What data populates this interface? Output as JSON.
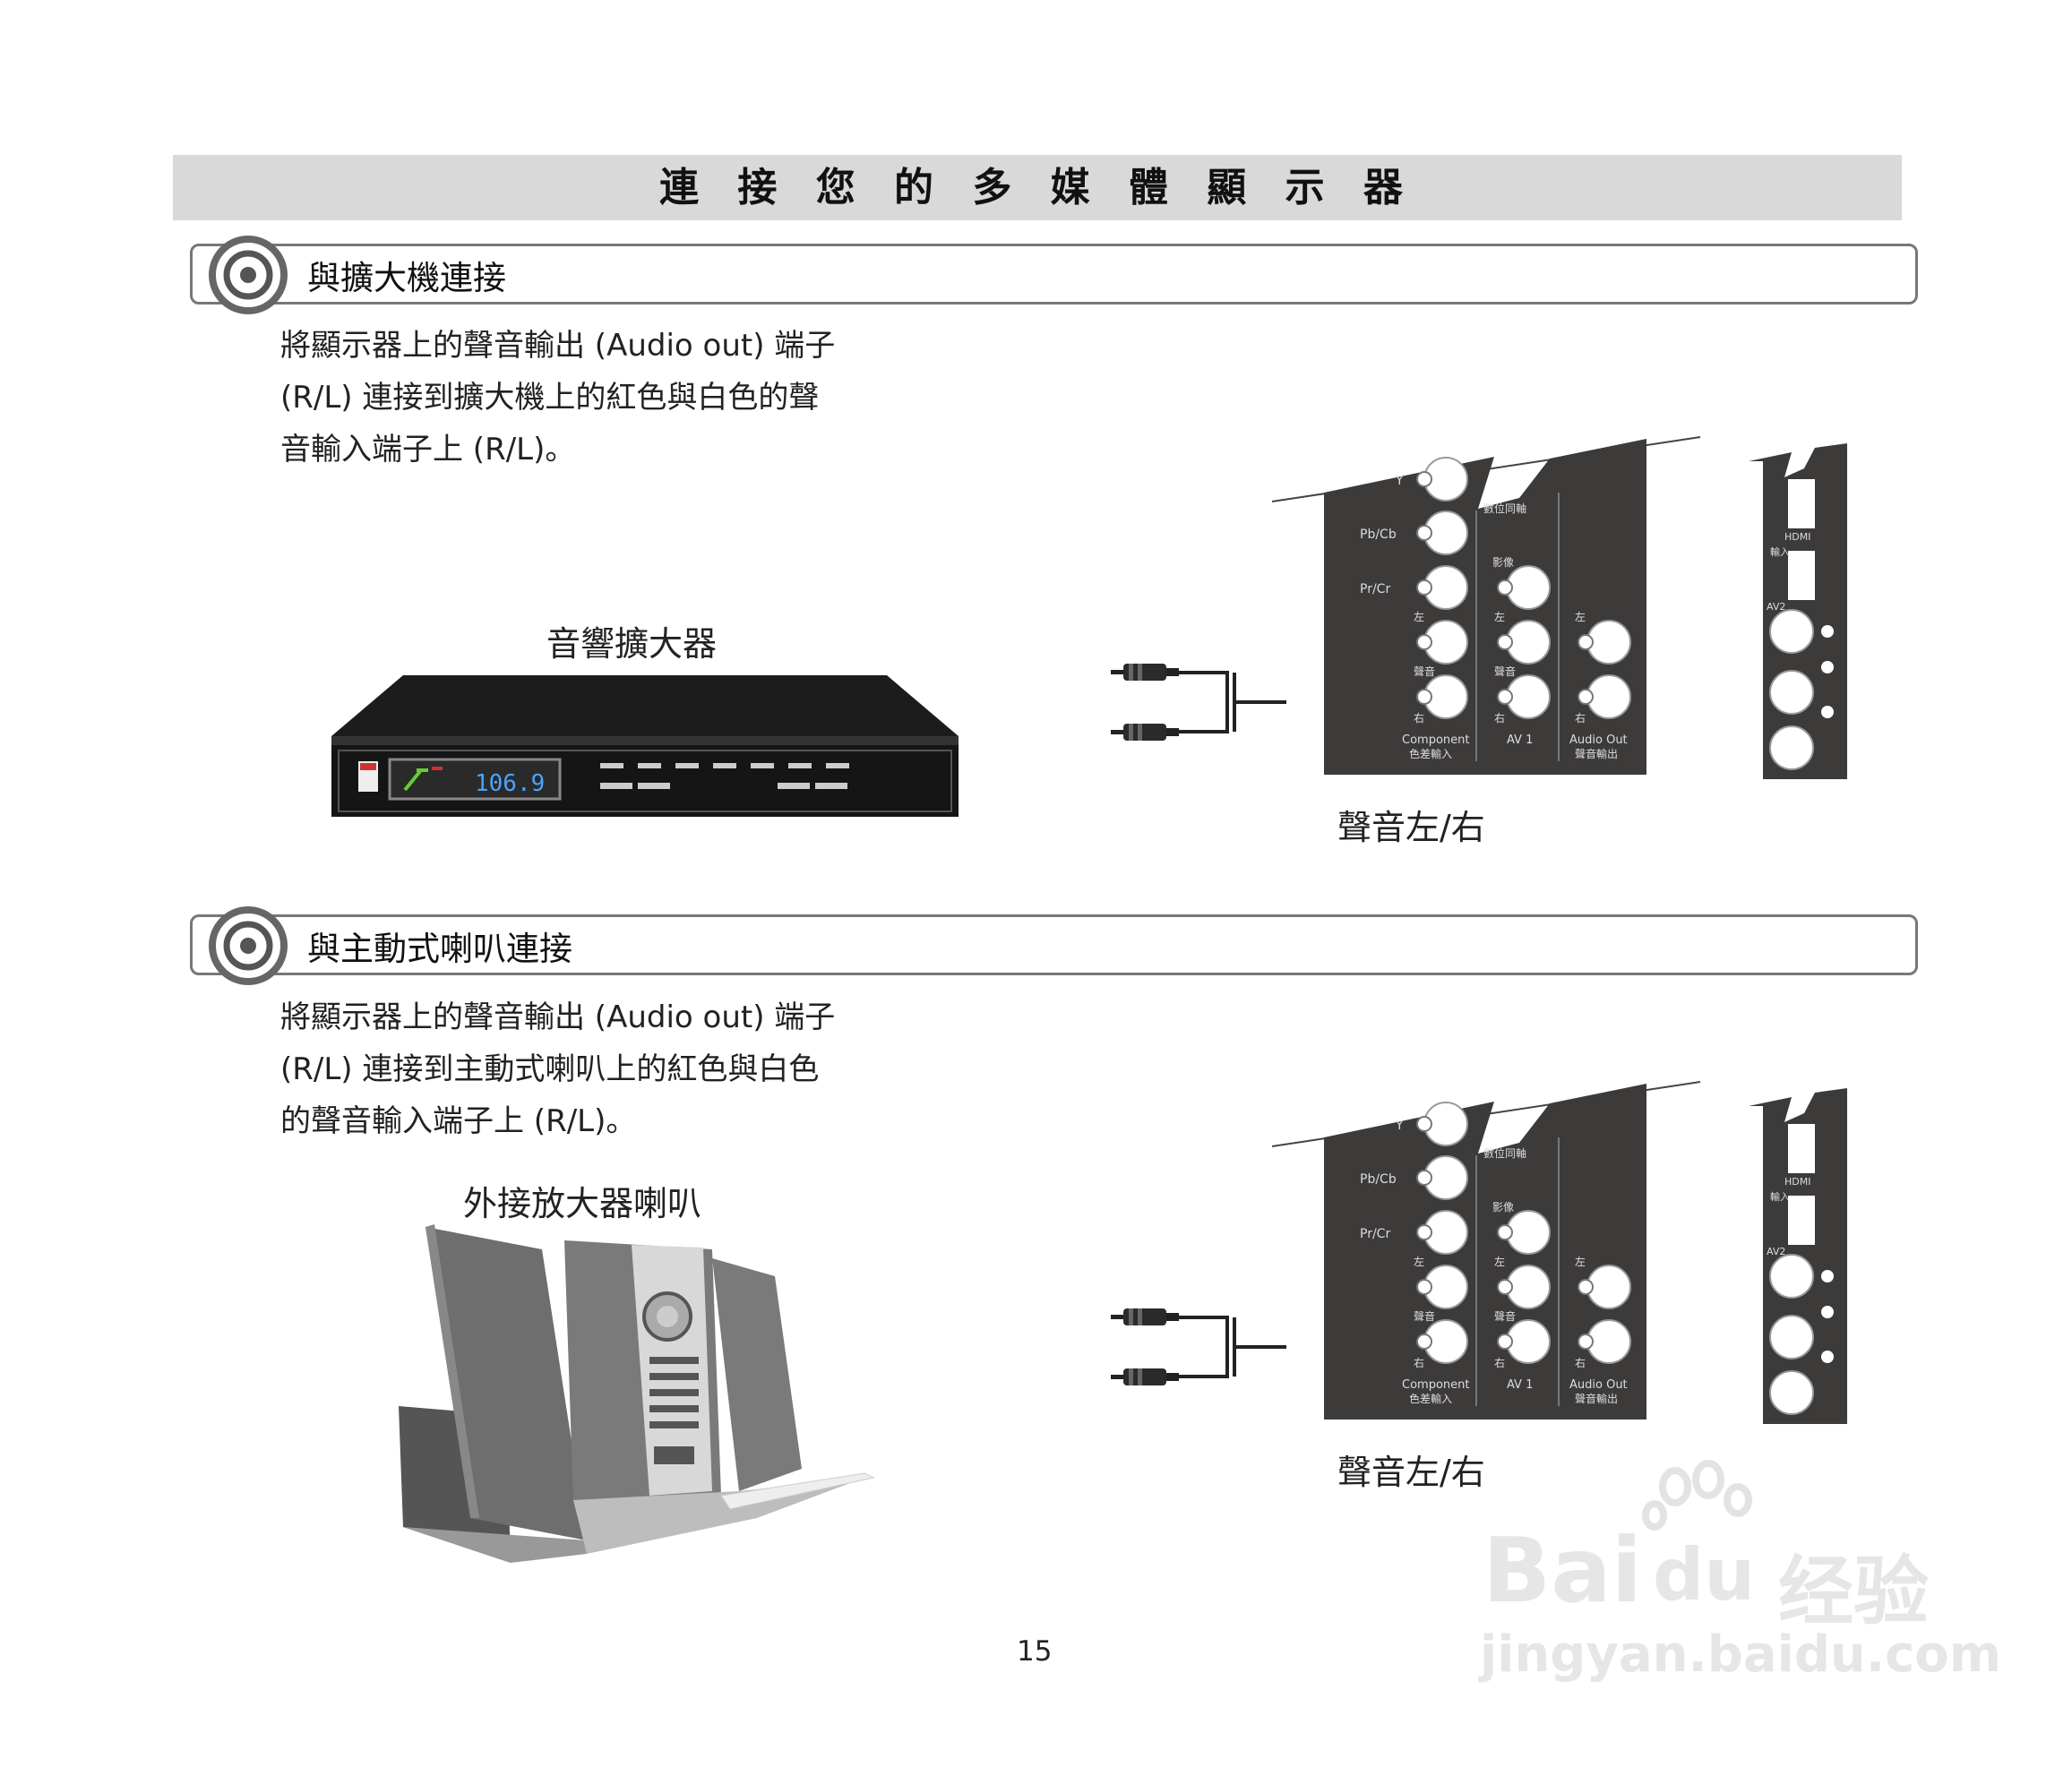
{
  "page": {
    "title": "連 接 您 的 多 媒 體 顯 示 器",
    "page_number": "15"
  },
  "sections": [
    {
      "heading": "與擴大機連接",
      "lines": [
        "將顯示器上的聲音輸出 (Audio out) 端子",
        "(R/L) 連接到擴大機上的紅色與白色的聲",
        "音輸入端子上 (R/L)。"
      ],
      "device_caption": "音響擴大器",
      "display_readout": "106.9",
      "audio_caption": "聲音左/右"
    },
    {
      "heading": "與主動式喇叭連接",
      "lines": [
        "將顯示器上的聲音輸出 (Audio out) 端子",
        "(R/L) 連接到主動式喇叭上的紅色與白色",
        "的聲音輸入端子上 (R/L)。"
      ],
      "device_caption": "外接放大器喇叭",
      "audio_caption": "聲音左/右"
    }
  ],
  "panel_labels": {
    "y": "Y",
    "pb": "Pb/Cb",
    "pr": "Pr/Cr",
    "left": "左",
    "audio": "聲音",
    "right": "右",
    "component": "Component",
    "component_cn": "色差輸入",
    "coax": "數位同軸",
    "video": "影像",
    "av1": "AV 1",
    "audio_out": "Audio Out",
    "audio_out_cn": "聲音輸出",
    "hdmi": "HDMI",
    "input": "輸入",
    "av2": "AV2"
  },
  "watermark": {
    "brand_left": "Bai",
    "brand_mid": "du",
    "brand_cn": "经验",
    "url": "jingyan.baidu.com"
  },
  "colors": {
    "title_bar": "#d9d9d9",
    "panel": "#3d3a3a",
    "jack": "#ffffff",
    "section_border": "#777777",
    "display_text": "#4aa3ff"
  }
}
